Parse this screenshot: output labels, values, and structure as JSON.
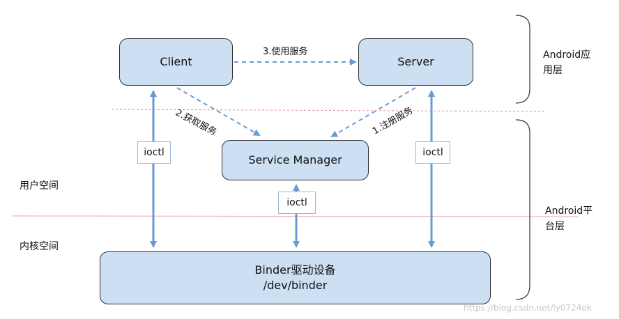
{
  "boxes": {
    "client": "Client",
    "server": "Server",
    "service_manager": "Service Manager",
    "binder_line1": "Binder驱动设备",
    "binder_line2": "/dev/binder"
  },
  "arrows": {
    "use_service": "3.使用服务",
    "get_service": "2.获取服务",
    "register_service": "1.注册服务"
  },
  "ioctl": {
    "left": "ioctl",
    "middle": "ioctl",
    "right": "ioctl"
  },
  "regions": {
    "user_space": "用户空间",
    "kernel_space": "内核空间",
    "android_app_layer_line1": "Android应",
    "android_app_layer_line2": "用层",
    "android_platform_layer_line1": "Android平",
    "android_platform_layer_line2": "台层"
  },
  "watermark": "https://blog.csdn.net/ly0724ok",
  "colors": {
    "box_fill": "#cddff3",
    "arrow": "#6a9ad3",
    "dashed_divider": "#e08a9a",
    "solid_divider": "#e6a6b4",
    "bracket": "#333333"
  }
}
